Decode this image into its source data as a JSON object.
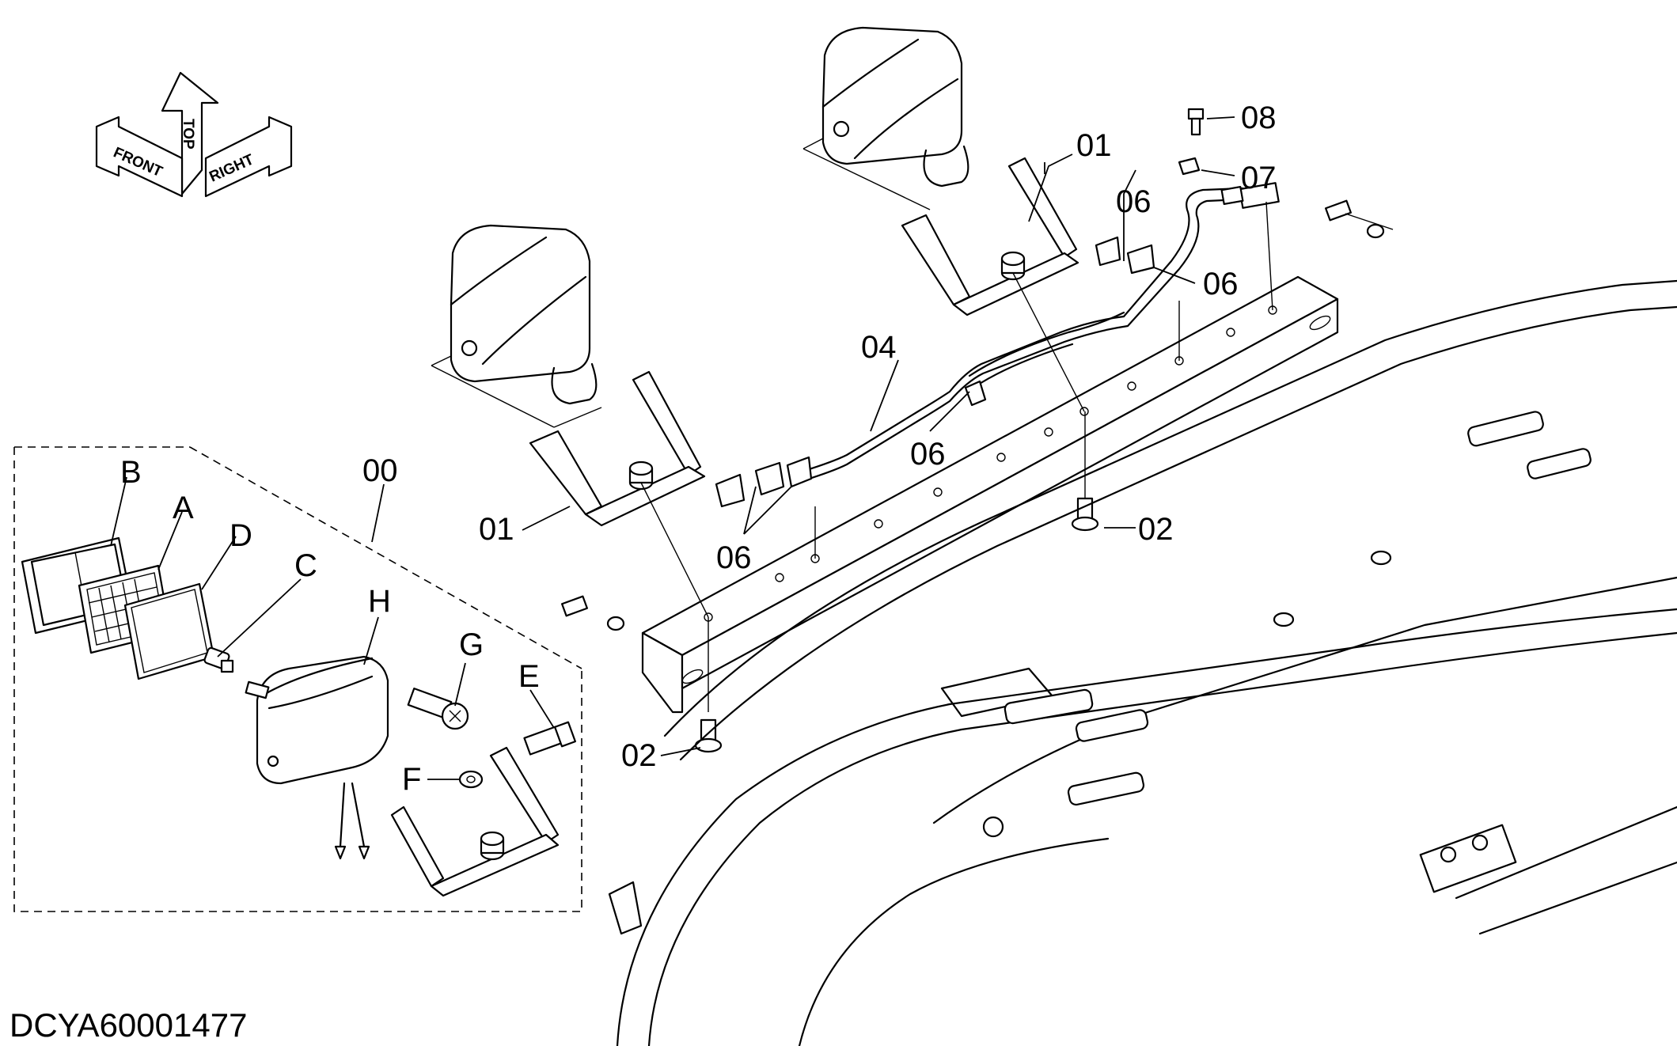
{
  "drawing_id": "DCYA60001477",
  "orientation_arrows": {
    "front": "FRONT",
    "top": "TOP",
    "right": "RIGHT"
  },
  "callouts": {
    "c00": "00",
    "c01_left": "01",
    "c01_right": "01",
    "c02_left": "02",
    "c02_right": "02",
    "c04": "04",
    "c06_a": "06",
    "c06_b": "06",
    "c06_c": "06",
    "c06_d": "06",
    "c07": "07",
    "c08": "08"
  },
  "detail_letters": {
    "A": "A",
    "B": "B",
    "C": "C",
    "D": "D",
    "E": "E",
    "F": "F",
    "G": "G",
    "H": "H"
  }
}
